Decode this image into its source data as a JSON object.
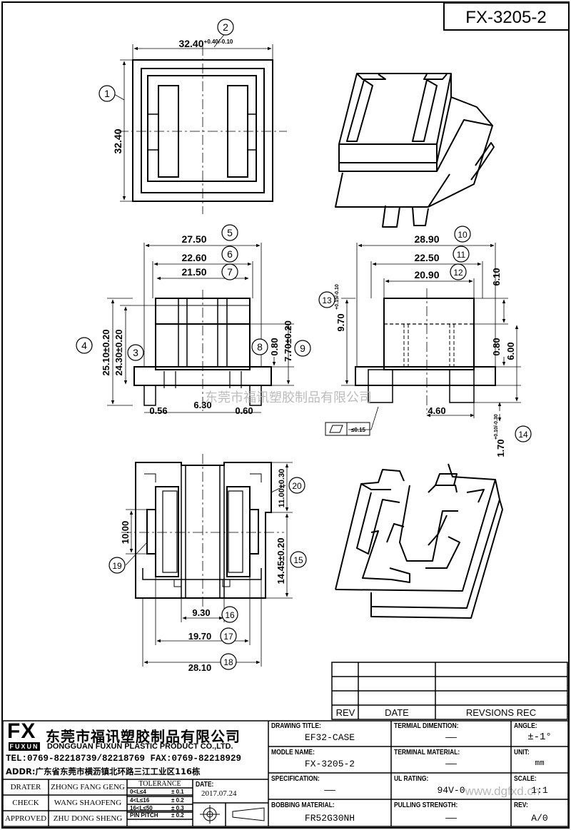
{
  "header": {
    "code": "FX-3205-2"
  },
  "balloons": [
    "1",
    "2",
    "3",
    "4",
    "5",
    "6",
    "7",
    "8",
    "9",
    "10",
    "11",
    "12",
    "13",
    "14",
    "15",
    "16",
    "17",
    "18",
    "19",
    "20"
  ],
  "dims": {
    "d32_40_w": "32.40",
    "tol_32_40": "+0.40/-0.10",
    "d32_40_h": "32.40",
    "d27_50": "27.50",
    "d22_60": "22.60",
    "d21_50": "21.50",
    "d25_10": "25.10±0.20",
    "d24_30": "24.30±0.20",
    "d0_80_a": "0.80",
    "d7_70": "7.70±0.20",
    "d0_56": "0.56",
    "d6_30": "6.30",
    "d0_60": "0.60",
    "d28_90": "28.90",
    "d22_50": "22.50",
    "d20_90": "20.90",
    "d9_70": "9.70",
    "tol_9_70": "+0.15/-0.10",
    "d6_10": "6.10",
    "d0_80_b": "0.80",
    "d6_00": "6.00",
    "d4_60": "4.60",
    "d1_70": "1.70",
    "tol_1_70": "+0.10/-0.30",
    "flatness": "≤0.15",
    "d10_00": "10.00",
    "d11_00": "11.00±0.30",
    "d14_45": "14.45±0.20",
    "d9_30": "9.30",
    "d19_70": "19.70",
    "d28_10": "28.10"
  },
  "watermark": "东莞市福讯塑胶制品有限公司",
  "watermark_url": "www.dgfxd.cn",
  "revision_table": {
    "rev_label": "REV",
    "date_label": "DATE",
    "rec_label": "REVSIONS REC"
  },
  "company": {
    "logo": "FX",
    "logo_sub": "FUXUN",
    "name_cn": "东莞市福讯塑胶制品有限公司",
    "name_en": "DONGGUAN FUXUN PLASTIC PRODUCT CO.,LTD.",
    "tel": "TEL:0769-82218739/82218769 FAX:0769-82218929",
    "addr": "ADDR:广东省东莞市横沥镇北环路三江工业区116栋"
  },
  "people": [
    {
      "role": "DRATER",
      "name": "ZHONG FANG GENG"
    },
    {
      "role": "CHECK",
      "name": "WANG SHAOFENG"
    },
    {
      "role": "APPROVED",
      "name": "ZHU DONG SHENG"
    }
  ],
  "tolerance": {
    "title": "TOLERANCE",
    "rows": [
      {
        "range": "0<L≤4",
        "tol": "± 0.1"
      },
      {
        "range": "4<L≤16",
        "tol": "± 0.2"
      },
      {
        "range": "16<L≤50",
        "tol": "± 0.3"
      },
      {
        "range": "PIN PITCH",
        "tol": "± 0.2"
      }
    ]
  },
  "date": {
    "label": "DATE:",
    "value": "2017.07.24"
  },
  "fields": {
    "drawing_title_label": "DRAWING TITLE:",
    "drawing_title": "EF32-CASE",
    "model_name_label": "MODLE NAME:",
    "model_name": "FX-3205-2",
    "specification_label": "SPECIFICATION:",
    "specification": "——",
    "bobbin_material_label": "BOBBING MATERIAL:",
    "bobbin_material": "FR52G30NH",
    "terminal_dim_label": "TERMIAL DIMENTION:",
    "terminal_dim": "——",
    "terminal_mat_label": "TERMINAL MATERIAL:",
    "terminal_mat": "——",
    "ul_rating_label": "UL RATING:",
    "ul_rating": "94V-0",
    "pulling_label": "PULLING STRENGTH:",
    "pulling": "——",
    "angle_label": "ANGLE:",
    "angle": "±-1°",
    "unit_label": "UNIT:",
    "unit": "mm",
    "scale_label": "SCALE:",
    "scale": "1:1",
    "rev_label": "REV:",
    "rev": "A/0"
  }
}
